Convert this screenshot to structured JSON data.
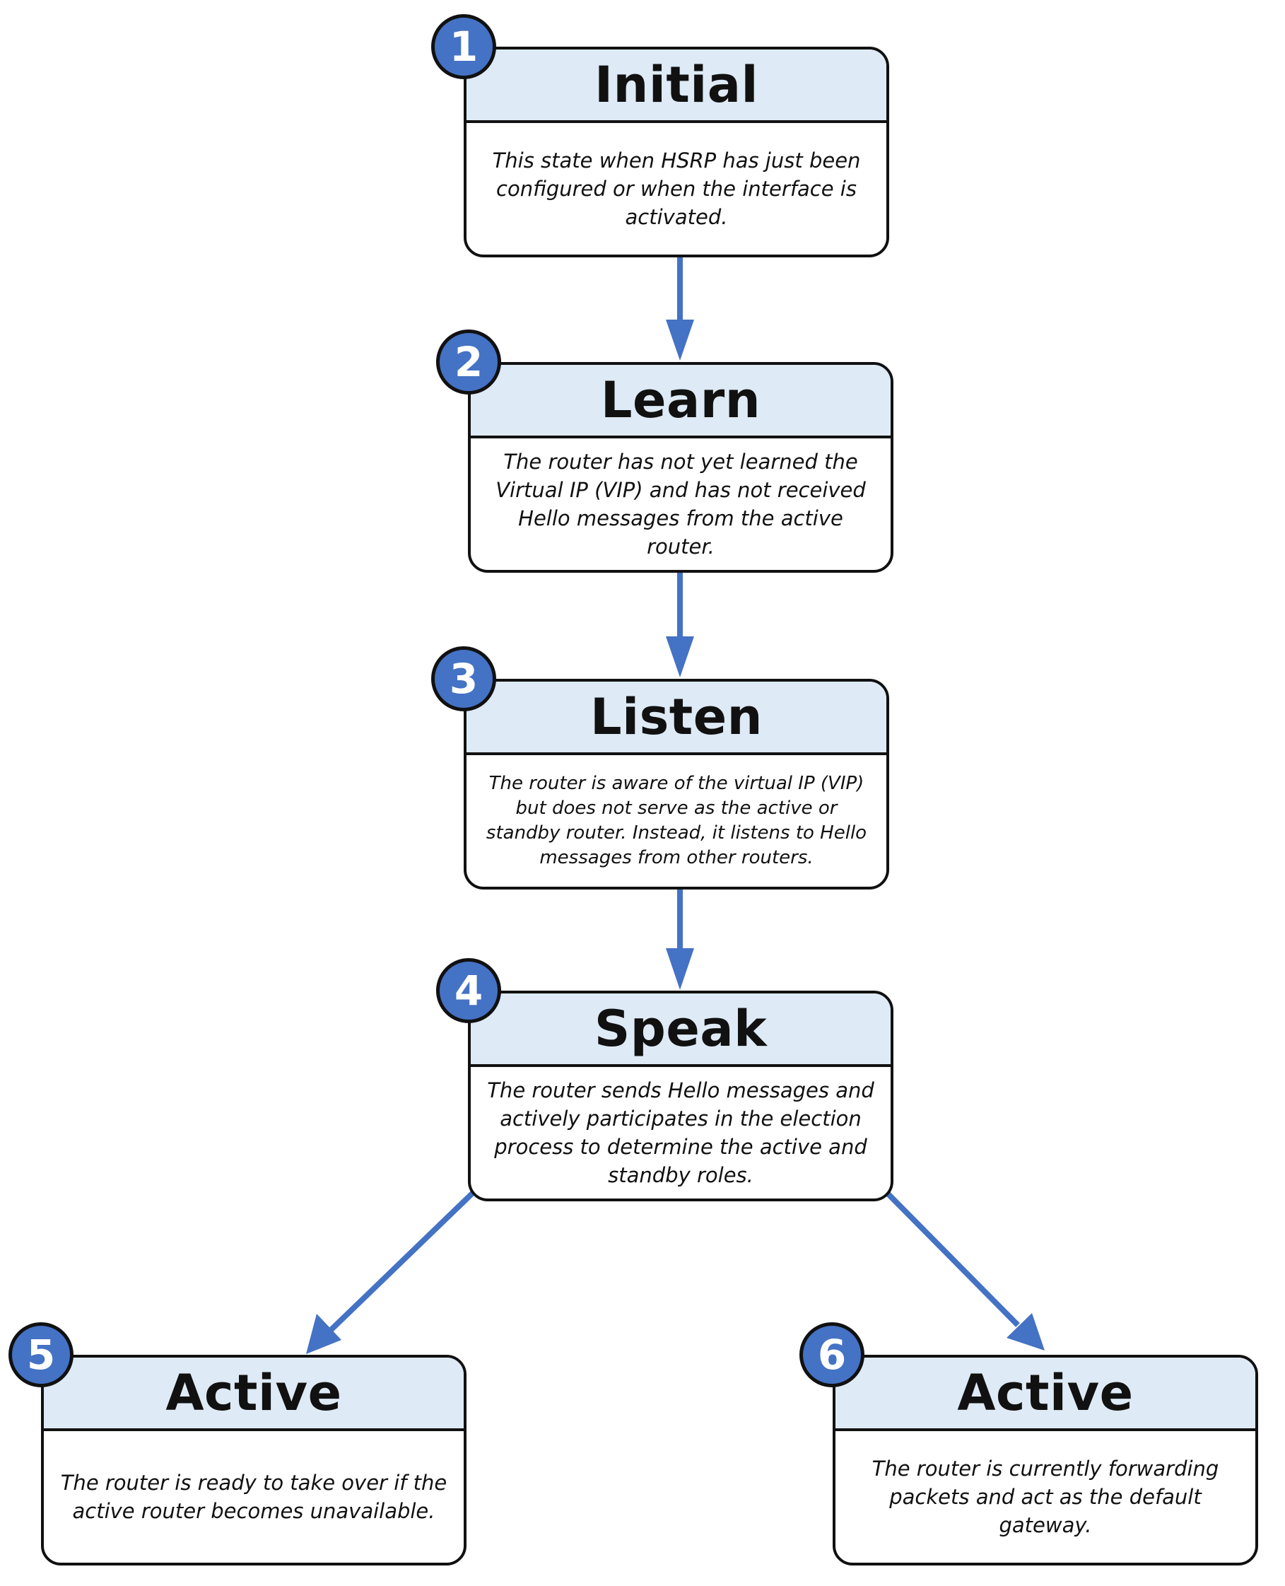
{
  "diagram": {
    "connector_color": "#4472c4",
    "badge_color": "#4472c4",
    "header_color": "#deeaf5",
    "states": [
      {
        "step": "1",
        "title": "Initial",
        "description": "This state when HSRP has just been configured or when the interface is activated."
      },
      {
        "step": "2",
        "title": "Learn",
        "description": "The router has not yet learned the Virtual IP (VIP) and has not received Hello messages from the active router."
      },
      {
        "step": "3",
        "title": "Listen",
        "description": "The router is aware of the virtual IP (VIP) but does not serve as the active or standby router. Instead, it listens to Hello messages from other routers."
      },
      {
        "step": "4",
        "title": "Speak",
        "description": "The router sends Hello messages and actively participates in the election process to determine the active and standby roles."
      },
      {
        "step": "5",
        "title": "Active",
        "description": "The router is ready to take over if the active router becomes unavailable."
      },
      {
        "step": "6",
        "title": "Active",
        "description": "The router is currently forwarding packets and act as the default gateway."
      }
    ],
    "transitions": [
      {
        "from": "1",
        "to": "2"
      },
      {
        "from": "2",
        "to": "3"
      },
      {
        "from": "3",
        "to": "4"
      },
      {
        "from": "4",
        "to": "5"
      },
      {
        "from": "4",
        "to": "6"
      }
    ]
  }
}
